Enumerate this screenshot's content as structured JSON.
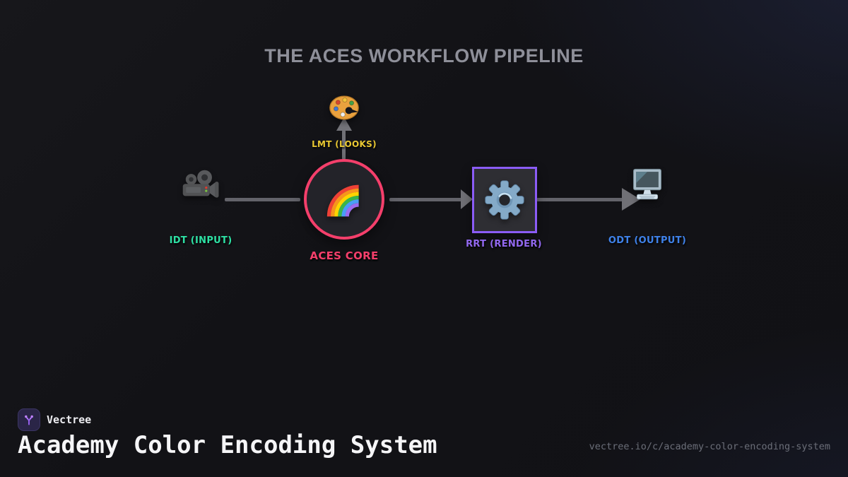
{
  "page": {
    "title": "THE ACES WORKFLOW PIPELINE",
    "background_color": "#121216"
  },
  "pipeline": {
    "nodes": [
      {
        "id": "idt",
        "label": "IDT (INPUT)",
        "color": "#2ee0a4",
        "icon": "movie-camera-icon"
      },
      {
        "id": "aces",
        "label": "ACES CORE",
        "color": "#f43f6b",
        "icon": "rainbow-icon",
        "border_color": "#f43f6b",
        "shape": "circle"
      },
      {
        "id": "lmt",
        "label": "LMT (LOOKS)",
        "color": "#e9c832",
        "icon": "palette-icon"
      },
      {
        "id": "rrt",
        "label": "RRT (RENDER)",
        "color": "#9268ef",
        "icon": "gear-icon",
        "border_color": "#8b5cf6",
        "shape": "square"
      },
      {
        "id": "odt",
        "label": "ODT (OUTPUT)",
        "color": "#3f82ea",
        "icon": "desktop-computer-icon"
      }
    ],
    "connector_color": "#63636a"
  },
  "footer": {
    "brand": "Vectree",
    "heading": "Academy Color Encoding System",
    "url": "vectree.io/c/academy-color-encoding-system",
    "brand_accent": "#8b5cf6"
  }
}
